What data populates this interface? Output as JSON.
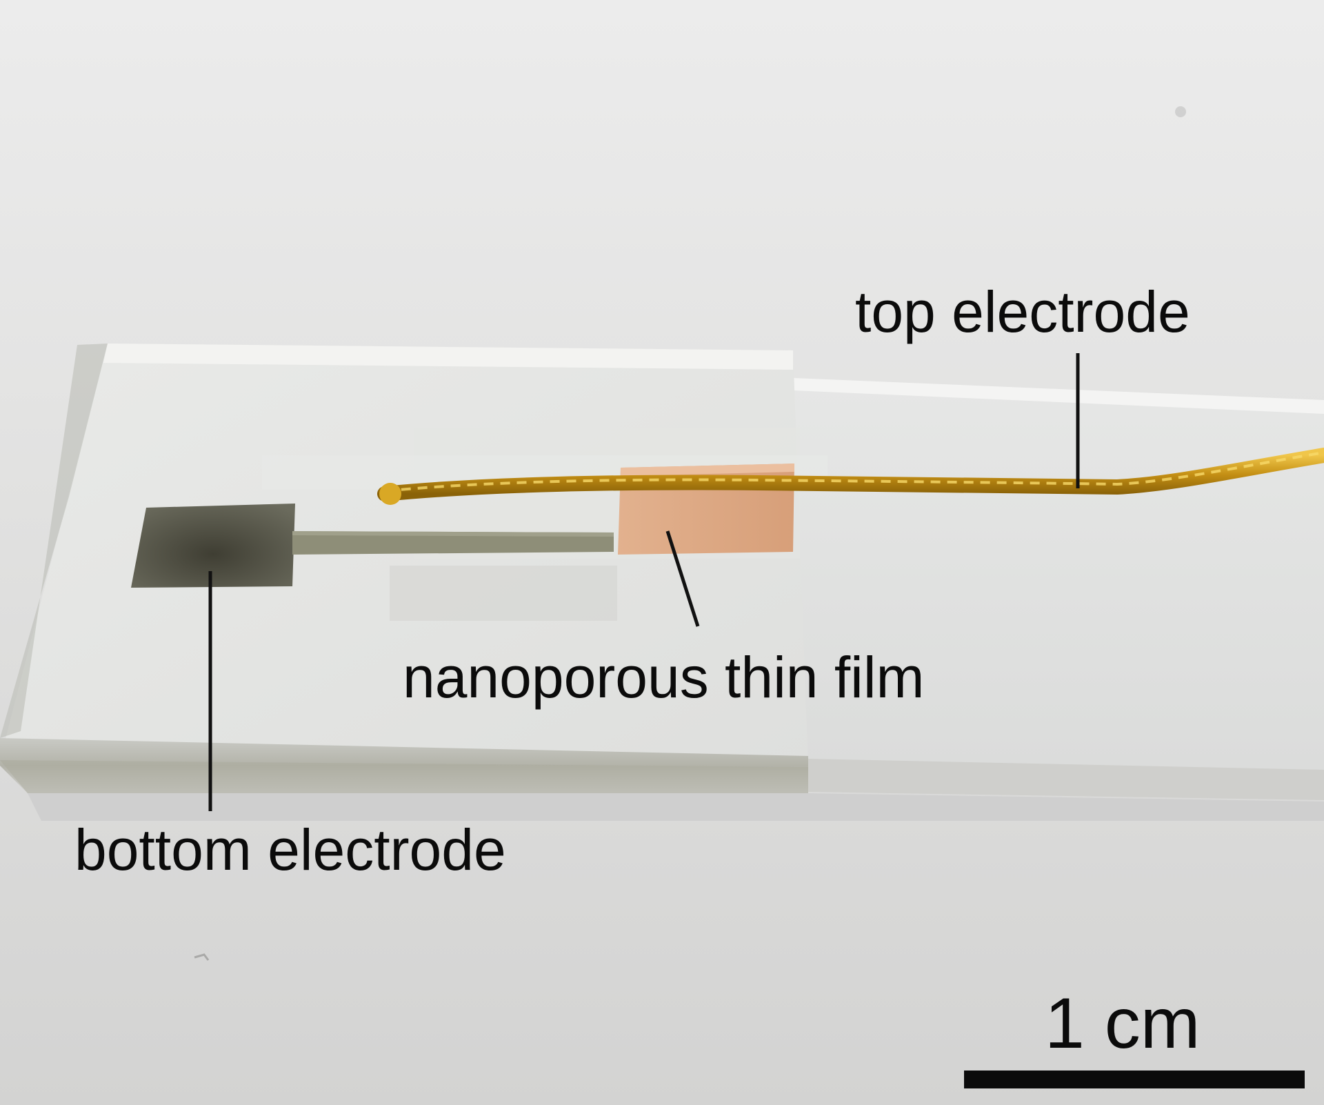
{
  "labels": {
    "top_electrode": "top electrode",
    "nanoporous_film": "nanoporous thin film",
    "bottom_electrode": "bottom electrode",
    "scale_bar": "1 cm"
  },
  "colors": {
    "background": "#dcdcdb",
    "glass": "#e3e4e2",
    "gold_wire": "#c99a1e",
    "film": "#d9a27e",
    "electrode": "#5a5a4c",
    "text": "#0b0b0b"
  }
}
